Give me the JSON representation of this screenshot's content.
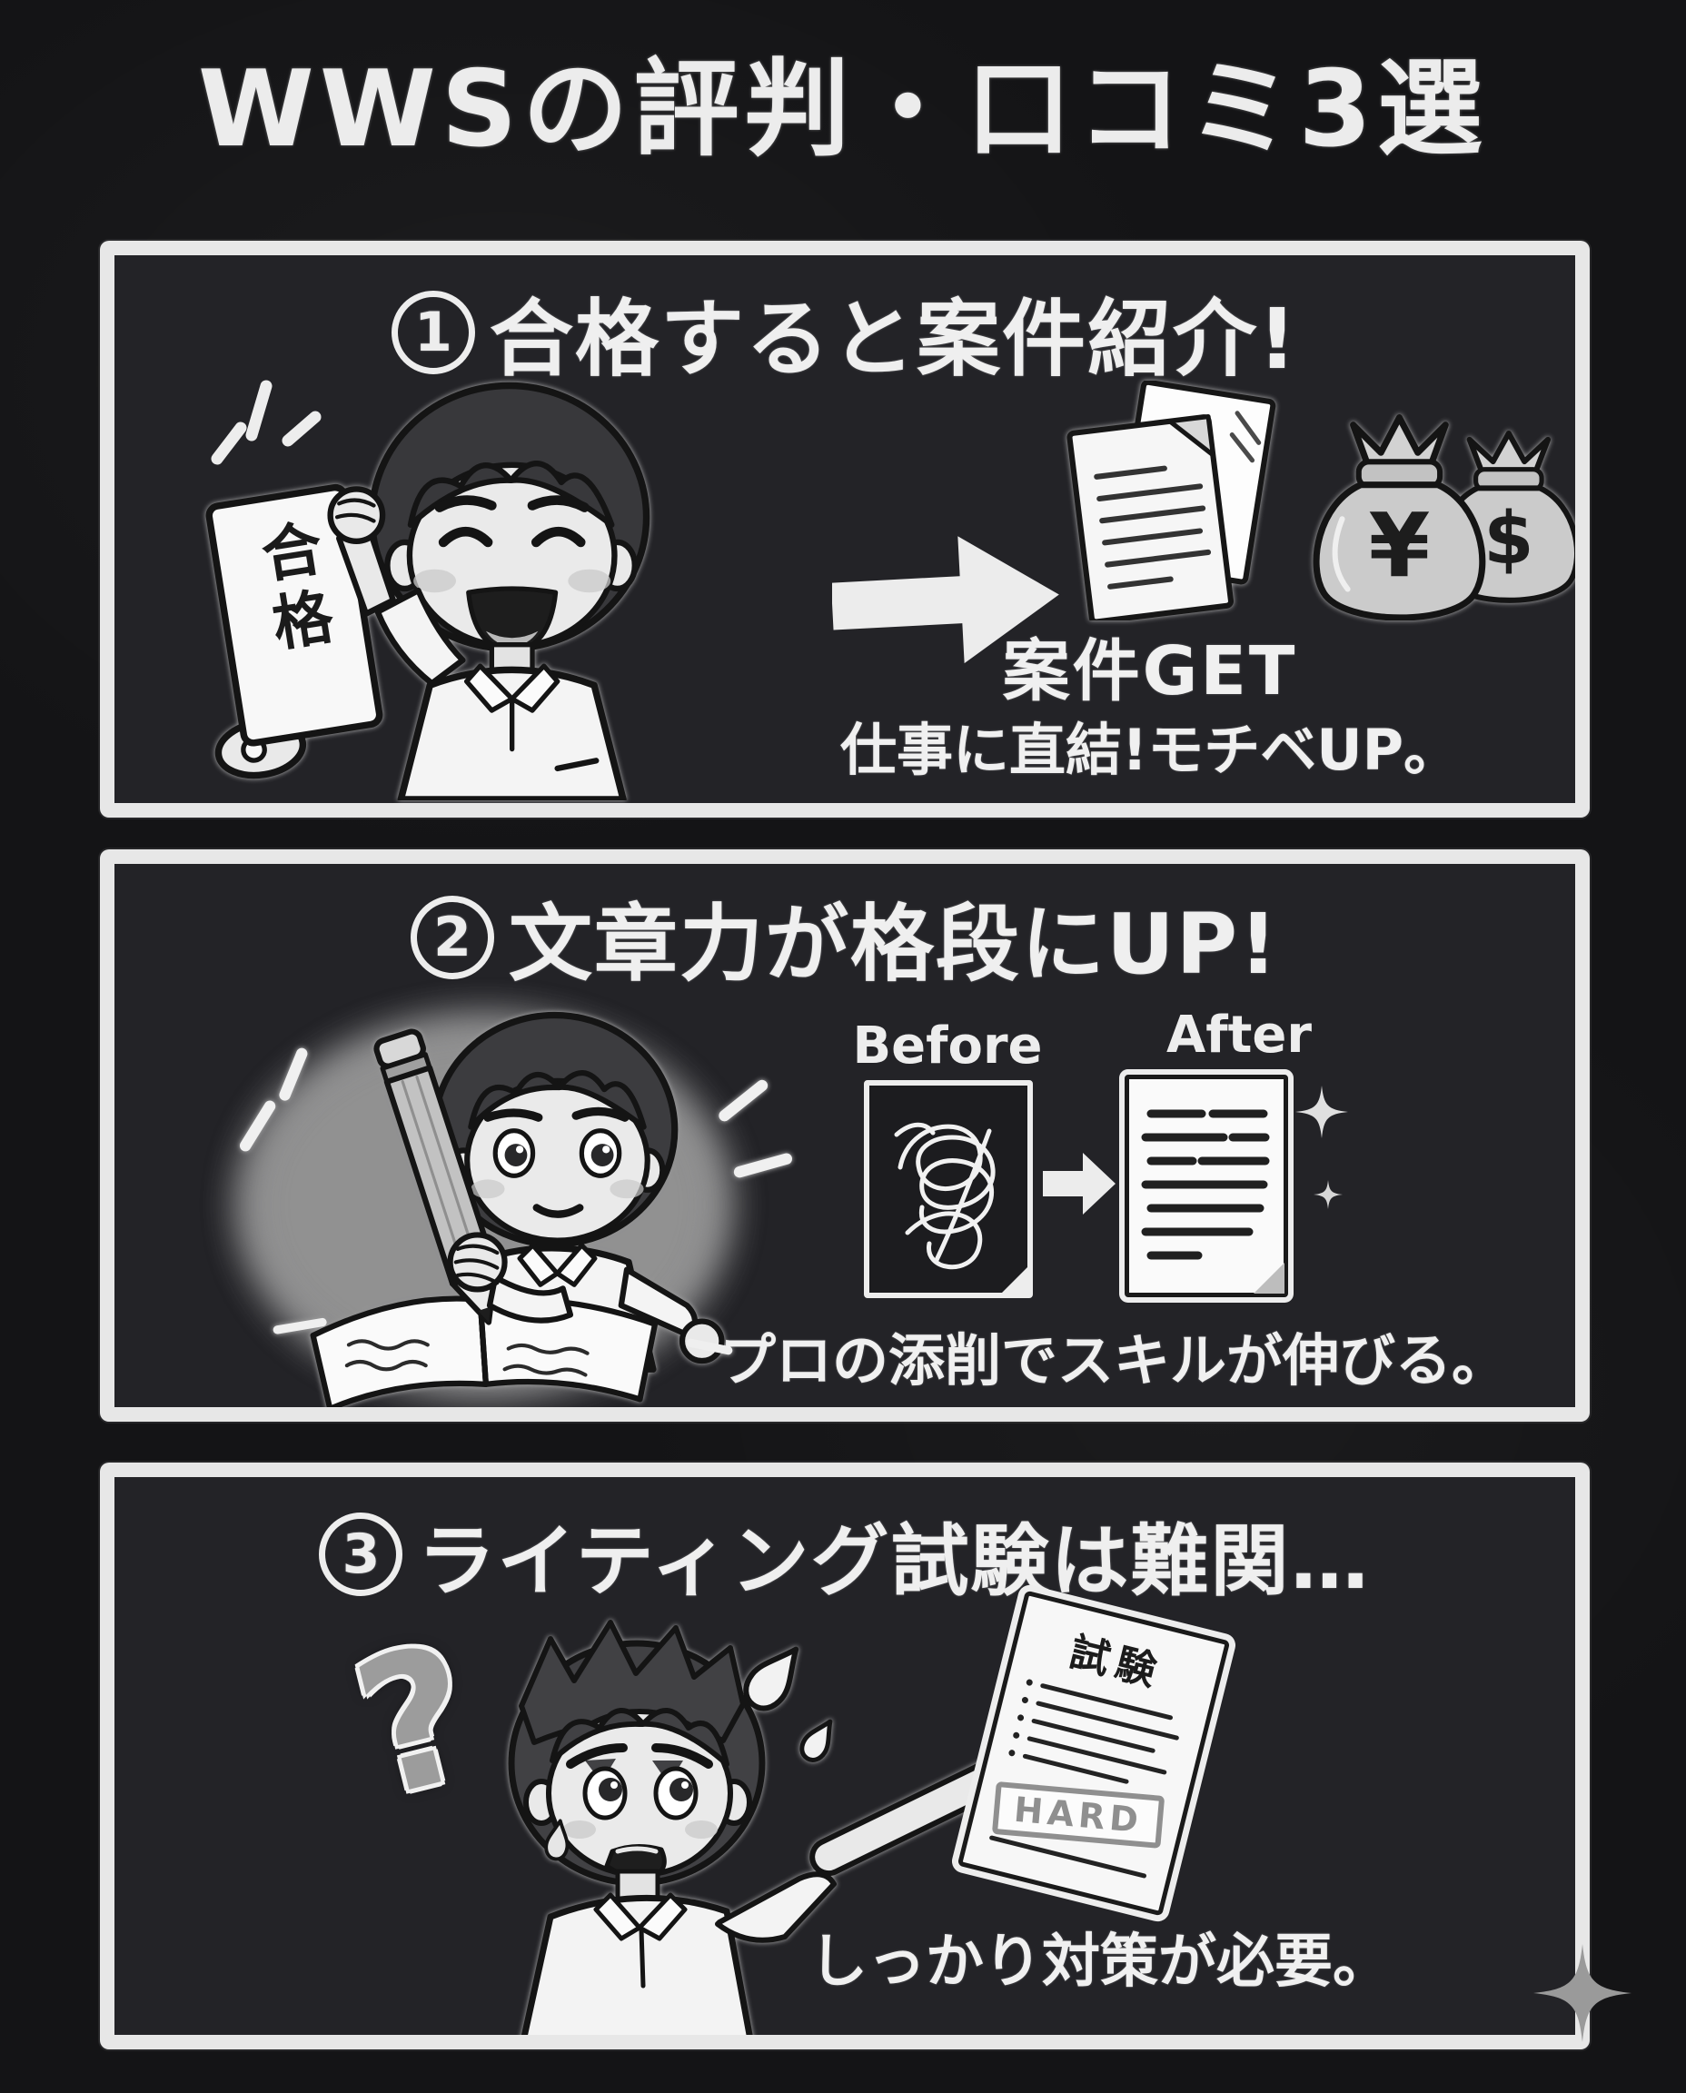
{
  "title": "WWSの評判・口コミ3選",
  "colors": {
    "background": "#141416",
    "panel": "#232327",
    "chalk": "#ededed",
    "ink": "#141414",
    "stamp_gray": "#8f8f8f",
    "sparkle_gray": "#9a9a9a"
  },
  "sections": [
    {
      "badge": "1",
      "heading": "合格すると案件紹介!",
      "scroll_label": "合格",
      "result_caption": "案件GET",
      "result_subcaption": "仕事に直結!モチベUP。",
      "yen_symbol": "¥",
      "dollar_symbol": "$"
    },
    {
      "badge": "2",
      "heading": "文章力が格段にUP!",
      "before_label": "Before",
      "after_label": "After",
      "caption": "プロの添削でスキルが伸びる。"
    },
    {
      "badge": "3",
      "heading": "ライティング試験は難関…",
      "exam_paper_title": "試験",
      "stamp_label": "HARD",
      "caption": "しっかり対策が必要。"
    }
  ]
}
